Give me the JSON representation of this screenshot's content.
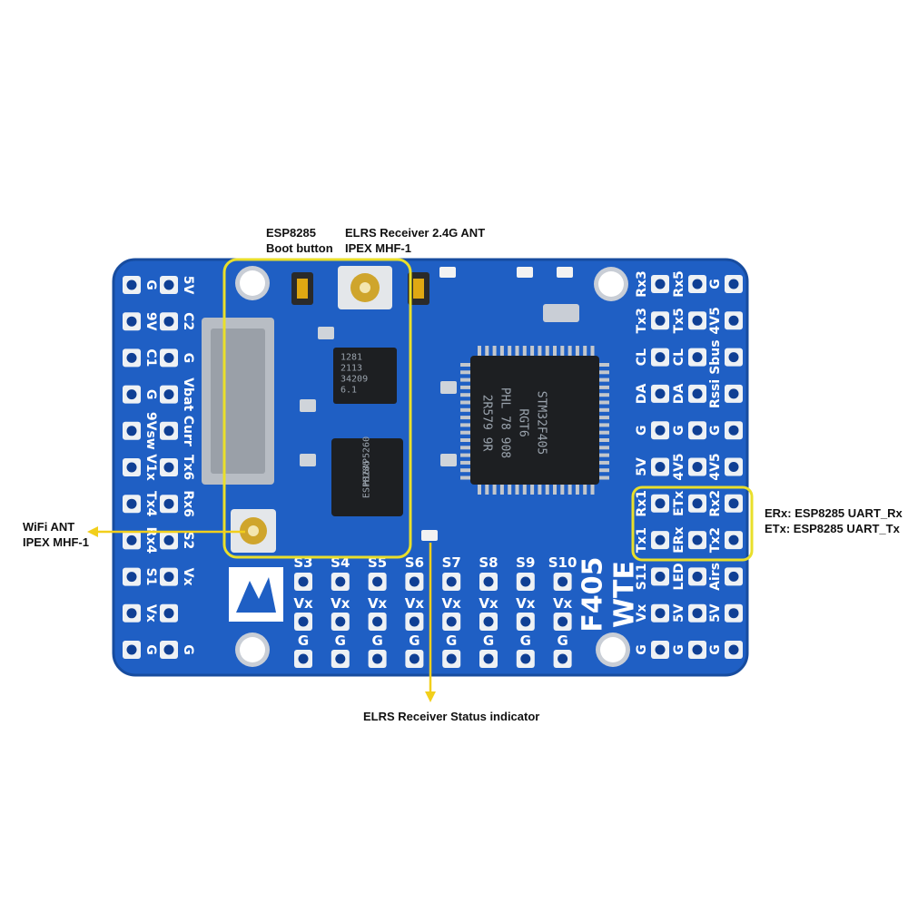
{
  "colors": {
    "pcb": "#1f5fc4",
    "pcb_dark": "#0f3f94",
    "pad": "#eef1f4",
    "gold": "#e0a812",
    "chip": "#1d1f22",
    "highlight": "#e9df2b",
    "arrow": "#f2cf1b"
  },
  "callouts": {
    "esp_boot": [
      "ESP8285",
      "Boot  button"
    ],
    "elrs_ant": [
      "ELRS Receiver 2.4G ANT",
      "IPEX MHF-1"
    ],
    "wifi_ant": [
      "WiFi ANT",
      "IPEX MHF-1"
    ],
    "uart_rx": "ERx: ESP8285 UART_Rx",
    "uart_tx": "ETx: ESP8285 UART_Tx",
    "status": "ELRS Receiver Status indicator"
  },
  "board": {
    "model": [
      "F405",
      "WTE"
    ],
    "left_rows": [
      [
        "G",
        "5V"
      ],
      [
        "9V",
        "C2"
      ],
      [
        "C1",
        "G"
      ],
      [
        "G",
        "Vbat"
      ],
      [
        "9Vsw",
        "Curr"
      ],
      [
        "V1x",
        "Tx6"
      ],
      [
        "Tx4",
        "Rx6"
      ],
      [
        "Rx4",
        "S2"
      ],
      [
        "S1",
        "Vx"
      ],
      [
        "Vx",
        ""
      ],
      [
        "G",
        "G"
      ]
    ],
    "bottom_cols": [
      [
        "S3",
        "Vx",
        "G"
      ],
      [
        "S4",
        "Vx",
        "G"
      ],
      [
        "S5",
        "Vx",
        "G"
      ],
      [
        "S6",
        "Vx",
        "G"
      ],
      [
        "S7",
        "Vx",
        "G"
      ],
      [
        "S8",
        "Vx",
        "G"
      ],
      [
        "S9",
        "Vx",
        "G"
      ],
      [
        "S10",
        "Vx",
        "G"
      ]
    ],
    "right_rows": [
      [
        "Rx3",
        "Rx5",
        "G"
      ],
      [
        "Tx3",
        "Tx5",
        "4V5"
      ],
      [
        "CL",
        "CL",
        "Sbus"
      ],
      [
        "DA",
        "DA",
        "Rssi"
      ],
      [
        "G",
        "G",
        "G"
      ],
      [
        "5V",
        "4V5",
        "4V5"
      ],
      [
        "Rx1",
        "ETx",
        "Rx2"
      ],
      [
        "Tx1",
        "ERx",
        "Tx2"
      ],
      [
        "S11",
        "LED",
        "Airs"
      ],
      [
        "Vx",
        "5V",
        "5V"
      ],
      [
        "G",
        "G",
        "G"
      ]
    ],
    "chips": {
      "mcu": [
        "STM32F405",
        "RGT6",
        "PHL 78 908",
        "2R579 9R"
      ],
      "radio": [
        "1281",
        "2113",
        "34209",
        "6.1"
      ],
      "esp": [
        "ESP8285",
        "H16AP5260"
      ]
    }
  }
}
